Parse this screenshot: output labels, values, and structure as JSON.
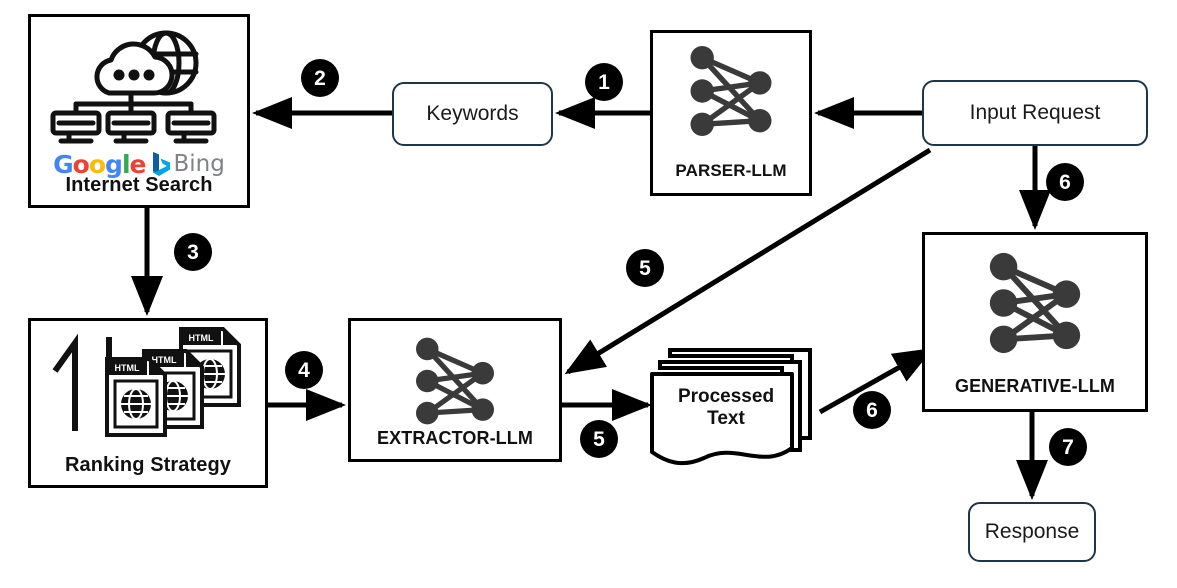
{
  "diagram": {
    "title": "LLM web-search pipeline flow diagram",
    "accent_border": "#1f3648",
    "badge_color": "#000000"
  },
  "nodes": {
    "internet_search": {
      "label": "Internet Search",
      "icon": "cloud-network-globe-icon",
      "brands": {
        "google": "Google",
        "bing": "Bing",
        "bing_icon": "bing-b-icon"
      }
    },
    "keywords": {
      "label": "Keywords"
    },
    "parser_llm": {
      "label": "PARSER-LLM",
      "icon": "neural-network-icon"
    },
    "input_request": {
      "label": "Input Request"
    },
    "ranking_strategy": {
      "label": "Ranking Strategy",
      "icon": "sort-arrows-html-files-icon",
      "file_tag": "HTML"
    },
    "extractor_llm": {
      "label": "EXTRACTOR-LLM",
      "icon": "neural-network-icon"
    },
    "processed_text": {
      "label_line1": "Processed",
      "label_line2": "Text",
      "icon": "document-stack-icon"
    },
    "generative_llm": {
      "label": "GENERATIVE-LLM",
      "icon": "neural-network-icon"
    },
    "response": {
      "label": "Response"
    }
  },
  "edges": [
    {
      "id": "e1",
      "badge": "1",
      "from": "parser_llm",
      "to": "keywords"
    },
    {
      "id": "e2",
      "badge": "2",
      "from": "keywords",
      "to": "internet_search"
    },
    {
      "id": "e3",
      "badge": "3",
      "from": "internet_search",
      "to": "ranking_strategy"
    },
    {
      "id": "e4",
      "badge": "4",
      "from": "ranking_strategy",
      "to": "extractor_llm"
    },
    {
      "id": "e5a",
      "badge": "5",
      "from": "input_request",
      "to": "extractor_llm"
    },
    {
      "id": "e5b",
      "badge": "5",
      "from": "extractor_llm",
      "to": "processed_text"
    },
    {
      "id": "e6a",
      "badge": "6",
      "from": "input_request",
      "to": "generative_llm"
    },
    {
      "id": "e6b",
      "badge": "6",
      "from": "processed_text",
      "to": "generative_llm"
    },
    {
      "id": "e7",
      "badge": "7",
      "from": "generative_llm",
      "to": "response"
    },
    {
      "id": "e0",
      "badge": "",
      "from": "input_request",
      "to": "parser_llm"
    }
  ],
  "badges": {
    "b1": "1",
    "b2": "2",
    "b3": "3",
    "b4": "4",
    "b5_upper": "5",
    "b5_lower": "5",
    "b6_upper": "6",
    "b6_lower": "6",
    "b7": "7"
  }
}
